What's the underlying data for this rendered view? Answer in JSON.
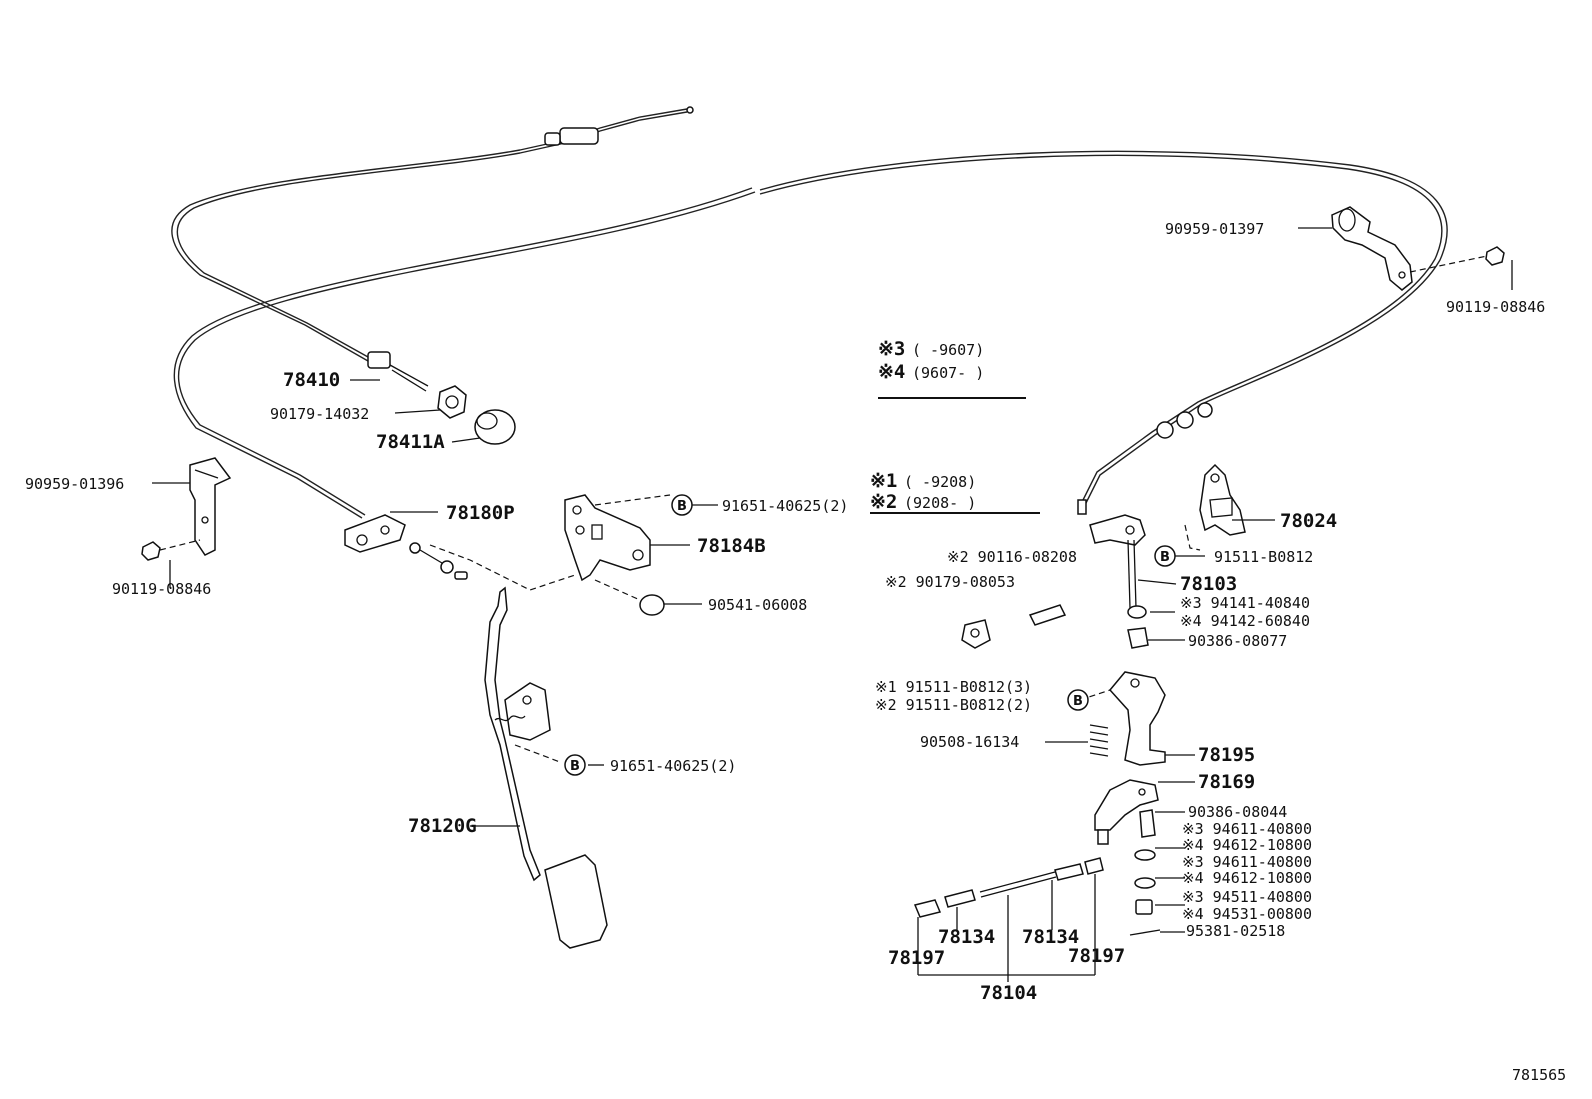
{
  "diagram_id": "781565",
  "legend": {
    "note3": {
      "mark": "※3",
      "range": "(       -9607)"
    },
    "note4": {
      "mark": "※4",
      "range": "(9607-      )"
    },
    "note1": {
      "mark": "※1",
      "range": "(      -9208)"
    },
    "note2": {
      "mark": "※2",
      "range": "(9208-      )"
    }
  },
  "bolt_marker": "B",
  "parts": {
    "p78410": "78410",
    "p90179_14032": "90179-14032",
    "p78411A": "78411A",
    "p90959_01396": "90959-01396",
    "p90119_08846_left": "90119-08846",
    "p78180P": "78180P",
    "p91651_40625_top": "91651-40625(2)",
    "p78184B": "78184B",
    "p90541_06008": "90541-06008",
    "p91651_40625_bottom": "91651-40625(2)",
    "p78120G": "78120G",
    "p90959_01397": "90959-01397",
    "p90119_08846_right": "90119-08846",
    "p78024": "78024",
    "p91511_B0812": "91511-B0812",
    "p90116_08208": "※2 90116-08208",
    "p90179_08053": "※2 90179-08053",
    "p78103": "78103",
    "p94141_40840": "※3 94141-40840",
    "p94142_60840": "※4 94142-60840",
    "p90386_08077": "90386-08077",
    "p91511_B0812_3": "※1 91511-B0812(3)",
    "p91511_B0812_2": "※2 91511-B0812(2)",
    "p90508_16134": "90508-16134",
    "p78195": "78195",
    "p78169": "78169",
    "p90386_08044": "90386-08044",
    "p94611_40800_a": "※3 94611-40800",
    "p94612_10800_a": "※4 94612-10800",
    "p94611_40800_b": "※3 94611-40800",
    "p94612_10800_b": "※4 94612-10800",
    "p94511_40800": "※3 94511-40800",
    "p94531_00800": "※4 94531-00800",
    "p95381_02518": "95381-02518",
    "p78134_left": "78134",
    "p78134_right": "78134",
    "p78197_left": "78197",
    "p78197_right": "78197",
    "p78104": "78104"
  }
}
